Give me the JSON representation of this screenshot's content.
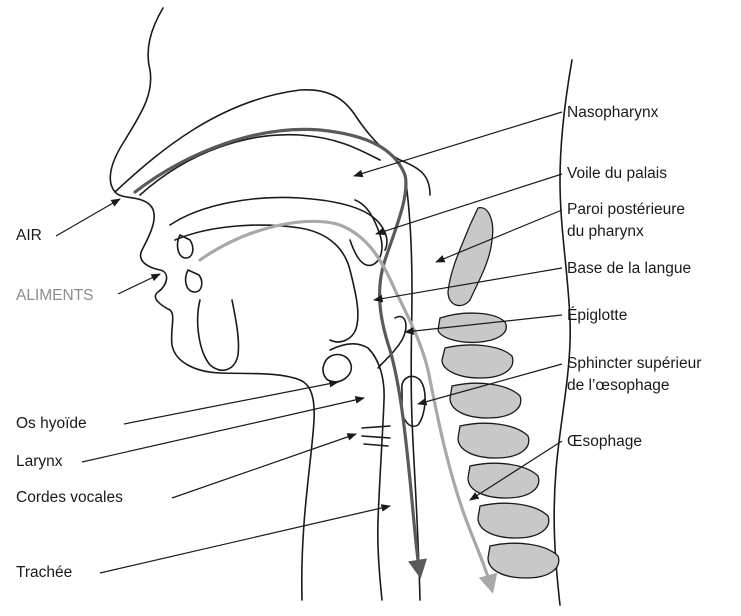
{
  "labels": {
    "air": "AIR",
    "aliments": "ALIMENTS",
    "nasopharynx": "Nasopharynx",
    "voile_du_palais": "Voile du palais",
    "paroi_line1": "Paroi postérieure",
    "paroi_line2": "du pharynx",
    "base_langue": "Base de la langue",
    "epiglotte": "Épiglotte",
    "sphincter_line1": "Sphincter supérieur",
    "sphincter_line2": "de l’œsophage",
    "oesophage": "Œsophage",
    "os_hyoide": "Os hyoïde",
    "larynx": "Larynx",
    "cordes_vocales": "Cordes vocales",
    "trachee": "Trachée"
  },
  "colors": {
    "air_path": "#5a5a5a",
    "food_path": "#a8a8a8",
    "bone": "#c8c8c8",
    "outline": "#1a1a1a"
  }
}
